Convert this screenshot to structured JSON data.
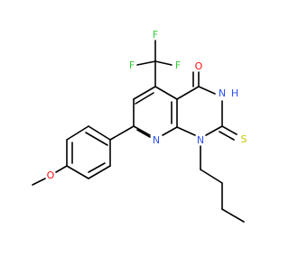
{
  "molecule": {
    "atom_labels": {
      "F": "F",
      "O": "O",
      "N": "N",
      "NH": "H",
      "S": "S"
    }
  },
  "colors": {
    "bond": "#000000",
    "fluorine": "#33CC33",
    "oxygen": "#FF0D0D",
    "nitrogen": "#3050F8",
    "sulfur": "#C8C800"
  }
}
